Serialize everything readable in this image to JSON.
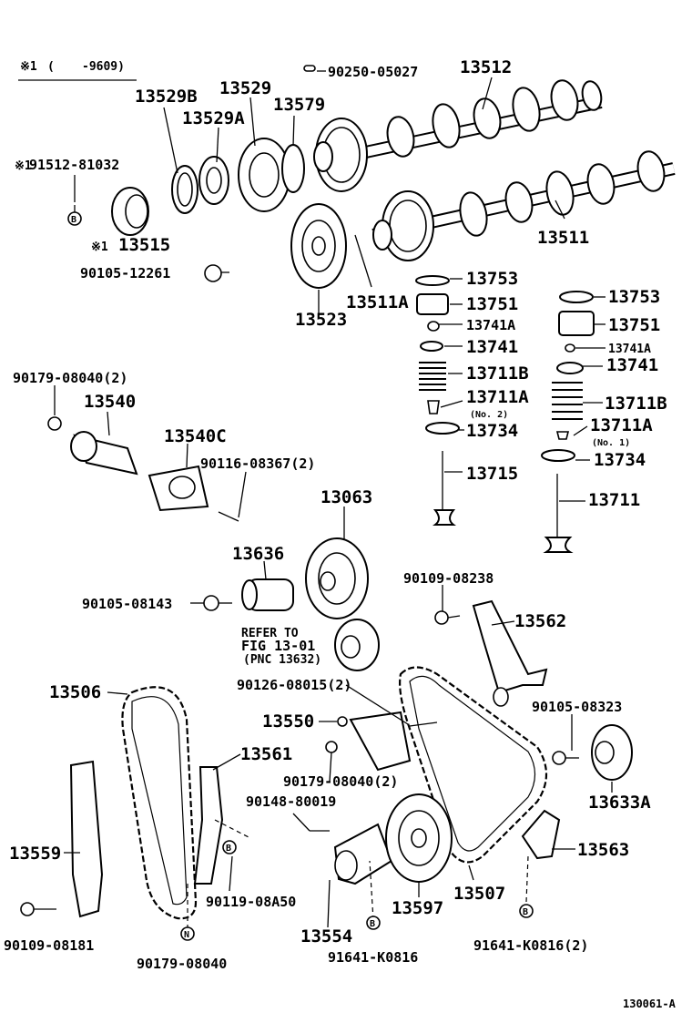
{
  "header": {
    "note_mark": "※1",
    "note_range": "-9609)"
  },
  "footer": {
    "figure_id": "130061-A"
  },
  "labels": {
    "p13529B": "13529B",
    "p13529": "13529",
    "p13529A": "13529A",
    "p13579": "13579",
    "p90250_05027": "90250-05027",
    "p13512": "13512",
    "p91512_81032": "91512-81032",
    "p91512_mark": "※1",
    "p13515": "13515",
    "p13515_mark": "※1",
    "p13511": "13511",
    "p90105_12261": "90105-12261",
    "p13511A": "13511A",
    "p13523": "13523",
    "p13753_a": "13753",
    "p13751_a": "13751",
    "p13741A_a": "13741A",
    "p13741_a": "13741",
    "p13711B_a": "13711B",
    "p13711A_a": "13711A",
    "p13711A_a_note": "(No. 2)",
    "p13734_a": "13734",
    "p13715": "13715",
    "p13753_b": "13753",
    "p13751_b": "13751",
    "p13741A_b": "13741A",
    "p13741_b": "13741",
    "p13711B_b": "13711B",
    "p13711A_b": "13711A",
    "p13711A_b_note": "(No. 1)",
    "p13734_b": "13734",
    "p13711": "13711",
    "p90179_08040_2_a": "90179-08040(2)",
    "p13540": "13540",
    "p13540C": "13540C",
    "p90116_08367": "90116-08367(2)",
    "p13063": "13063",
    "p13636": "13636",
    "p90105_08143": "90105-08143",
    "refer_line1": "REFER TO",
    "refer_line2": "FIG 13-01",
    "refer_line3": "(PNC 13632)",
    "p90109_08238": "90109-08238",
    "p13562": "13562",
    "p13506": "13506",
    "p90126_08015": "90126-08015(2)",
    "p13550": "13550",
    "p13561": "13561",
    "p90105_08323": "90105-08323",
    "p90179_08040_2_b": "90179-08040(2)",
    "p90148_80019": "90148-80019",
    "p13633A": "13633A",
    "p13559": "13559",
    "p13563": "13563",
    "p13507": "13507",
    "p13597": "13597",
    "p90119_08A50": "90119-08A50",
    "p90109_08181": "90109-08181",
    "p13554": "13554",
    "p91641_K0816": "91641-K0816",
    "p91641_K0816_2": "91641-K0816(2)",
    "p90179_08040": "90179-08040"
  },
  "markers": {
    "bolt_b": "B",
    "bolt_n": "N"
  }
}
